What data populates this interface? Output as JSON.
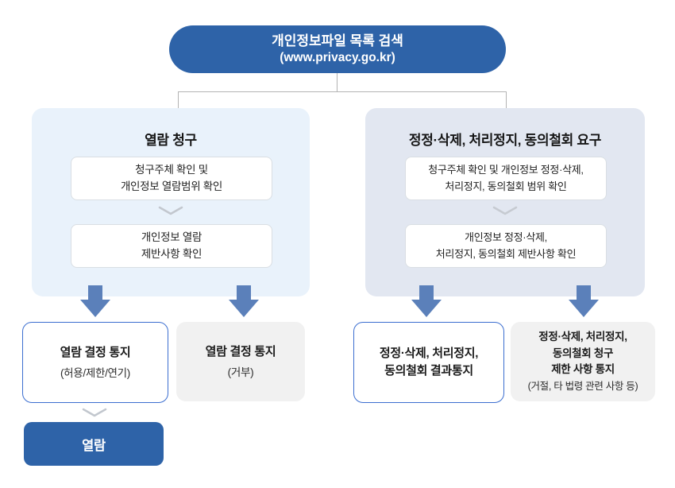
{
  "colors": {
    "primary_blue": "#2e63a8",
    "outline_blue": "#3b6ed0",
    "arrow_blue": "#5b80ba",
    "panel_left_bg": "#e9f2fb",
    "panel_right_bg": "#e2e7f1",
    "gray_box_bg": "#f1f1f1",
    "connector_gray": "#b3b3b3"
  },
  "root": {
    "title": "개인정보파일 목록 검색",
    "url": "(www.privacy.go.kr)"
  },
  "left_flow": {
    "title": "열람 청구",
    "steps": [
      {
        "line1": "청구주체 확인 및",
        "line2": "개인정보 열람범위 확인"
      },
      {
        "line1": "개인정보 열람",
        "line2": "제반사항 확인"
      }
    ]
  },
  "right_flow": {
    "title": "정정·삭제, 처리정지, 동의철회 요구",
    "steps": [
      {
        "line1": "청구주체 확인 및 개인정보 정정·삭제,",
        "line2": "처리정지, 동의철회 범위 확인"
      },
      {
        "line1": "개인정보 정정·삭제,",
        "line2": "처리정지, 동의철회 제반사항 확인"
      }
    ]
  },
  "outcomes": [
    {
      "line1": "열람 결정 통지",
      "line2": "(허용/제한/연기)"
    },
    {
      "line1": "열람 결정 통지",
      "line2": "(거부)"
    },
    {
      "line1": "정정·삭제, 처리정지,",
      "line2": "동의철회 결과통지"
    },
    {
      "line1": "정정·삭제, 처리정지,",
      "line2": "동의철회 청구",
      "line3": "제한 사항 통지",
      "note": "(거절, 타 법령 관련 사항 등)"
    }
  ],
  "final": {
    "label": "열람"
  }
}
